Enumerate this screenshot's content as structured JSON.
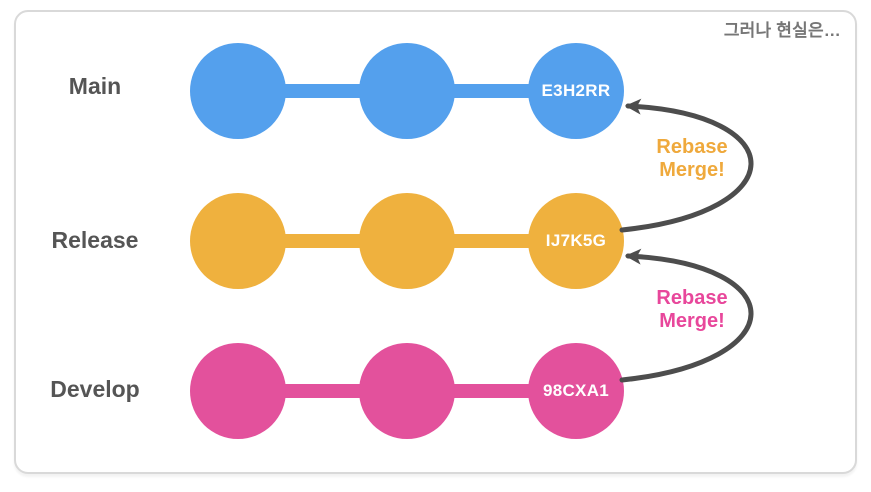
{
  "caption": "그러나 현실은…",
  "branches": [
    {
      "label": "Main",
      "commit_label": "E3H2RR",
      "color": "#54A0ED"
    },
    {
      "label": "Release",
      "commit_label": "IJ7K5G",
      "color": "#EFB13E"
    },
    {
      "label": "Develop",
      "commit_label": "98CXA1",
      "color": "#E3519C"
    }
  ],
  "annotations": [
    {
      "line1": "Rebase",
      "line2": "Merge!",
      "color": "#EFA93C",
      "from": "Release",
      "to": "Main"
    },
    {
      "line1": "Rebase",
      "line2": "Merge!",
      "color": "#E8479B",
      "from": "Develop",
      "to": "Release"
    }
  ],
  "colors": {
    "arrow": "#4D4D4D",
    "branch_label_text": "#555555",
    "caption_text": "#767676",
    "panel_border": "#D9D9D9",
    "commit_text": "#FFFFFF"
  }
}
